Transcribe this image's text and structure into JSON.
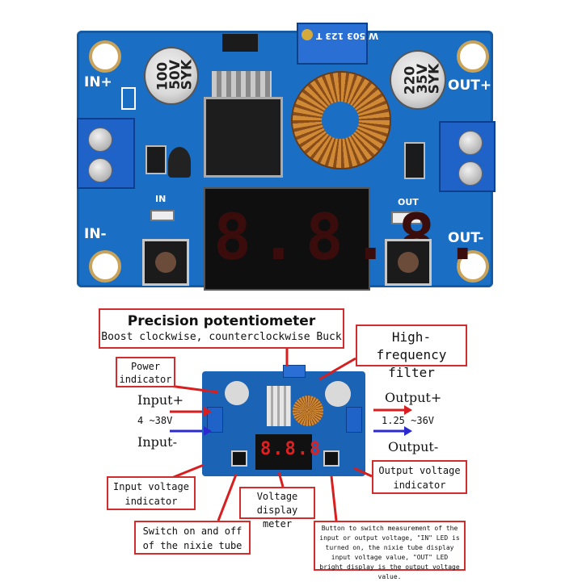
{
  "board_silkscreen": {
    "in_plus": "IN+",
    "in_minus": "IN-",
    "out_plus": "OUT+",
    "out_minus": "OUT-",
    "in_led": "IN",
    "out_led": "OUT",
    "cap_left": [
      "100",
      "50V",
      "SYK"
    ],
    "cap_right": [
      "220",
      "35V",
      "SYK"
    ],
    "pot_label": "W 503  123 T",
    "display_digits": "8.8.8."
  },
  "annotations": {
    "potentiometer_title": "Precision potentiometer",
    "potentiometer_sub": "Boost clockwise, counterclockwise Buck",
    "hf_filter": "High-frequency filter",
    "power_indicator": "Power indicator",
    "input_plus": "Input+",
    "input_range": "4 ~38V",
    "input_minus": "Input-",
    "output_plus": "Output+",
    "output_range": "1.25 ~36V",
    "output_minus": "Output-",
    "output_voltage_indicator": "Output voltage indicator",
    "input_voltage_indicator": "Input voltage indicator",
    "voltage_display_meter": "Voltage display meter",
    "switch_nixie": "Switch on and off of the nixie tube",
    "button_description": "Button to switch measurement of the input or output voltage, \"IN\" LED is turned on, the nixie tube display input voltage value, \"OUT\" LED bright display is the output voltage value."
  },
  "colors": {
    "pcb_blue": "#1a6fc4",
    "label_border": "#d22c2c",
    "arrow_red": "#d81e1e",
    "arrow_blue": "#2a2ad0",
    "segment_off": "#3a0c0c"
  }
}
